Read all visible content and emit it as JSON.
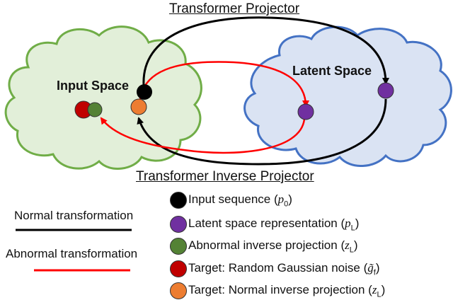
{
  "titles": {
    "top": "Transformer Projector",
    "bottom": "Transformer Inverse Projector"
  },
  "spaces": {
    "input": "Input Space",
    "latent": "Latent Space"
  },
  "lines": {
    "normal": {
      "label": "Normal transformation",
      "color": "#000000"
    },
    "abnormal": {
      "label": "Abnormal transformation",
      "color": "#ff0000"
    }
  },
  "colors": {
    "input_cloud_fill": "#e2efd9",
    "input_cloud_stroke": "#70ad47",
    "latent_cloud_fill": "#dae3f3",
    "latent_cloud_stroke": "#4472c4",
    "black": "#000000",
    "purple": "#7030a0",
    "green": "#548235",
    "red": "#c00000",
    "orange": "#ed7d31"
  },
  "legend": [
    {
      "label": "Input sequence (",
      "sym": "p",
      "sub": "0",
      "close": ")",
      "color": "#000000"
    },
    {
      "label": "Latent space representation (",
      "sym": "p",
      "sub": "L",
      "close": ")",
      "color": "#7030a0"
    },
    {
      "label": "Abnormal inverse projection (",
      "sym": "z",
      "sub": "L",
      "close": ")",
      "color": "#548235"
    },
    {
      "label": "Target: Random Gaussian noise (",
      "sym": "g̃",
      "sub": "f",
      "close": ")",
      "color": "#c00000"
    },
    {
      "label": "Target: Normal inverse projection (",
      "sym": "z",
      "sub": "L",
      "close": ")",
      "color": "#ed7d31"
    }
  ]
}
